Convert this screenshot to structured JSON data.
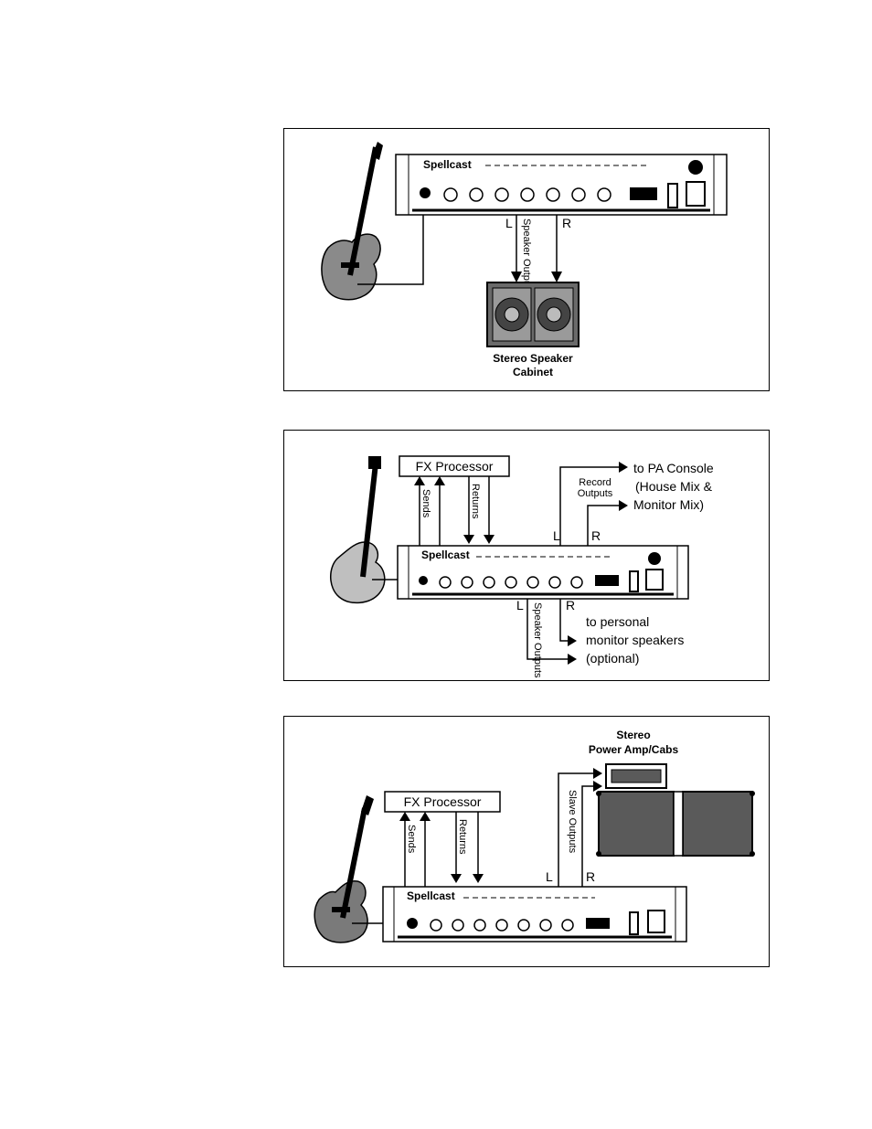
{
  "panels": [
    {
      "brand": "Spellcast",
      "left_label": "L",
      "right_label": "R",
      "outputs_label": "Speaker Outputs",
      "cabinet_line1": "Stereo Speaker",
      "cabinet_line2": "Cabinet"
    },
    {
      "brand": "Spellcast",
      "fx_label": "FX Processor",
      "sends_label": "Sends",
      "returns_label": "Returns",
      "record_line1": "Record",
      "record_line2": "Outputs",
      "console_line1": "to PA Console",
      "console_line2": "(House Mix &",
      "console_line3": "Monitor Mix)",
      "record_left": "L",
      "record_right": "R",
      "speaker_left": "L",
      "speaker_right": "R",
      "speaker_outputs": "Speaker Outputs",
      "monitor_line1": "to personal",
      "monitor_line2": "monitor speakers",
      "monitor_line3": "(optional)"
    },
    {
      "brand": "Spellcast",
      "fx_label": "FX Processor",
      "sends_label": "Sends",
      "returns_label": "Returns",
      "slave_outputs": "Slave Outputs",
      "slave_left": "L",
      "slave_right": "R",
      "poweramp_line1": "Stereo",
      "poweramp_line2": "Power Amp/Cabs"
    }
  ],
  "colors": {
    "ink": "#000000",
    "guitar_body": "#8a8a8a",
    "cab_fill": "#5a5a5a"
  }
}
